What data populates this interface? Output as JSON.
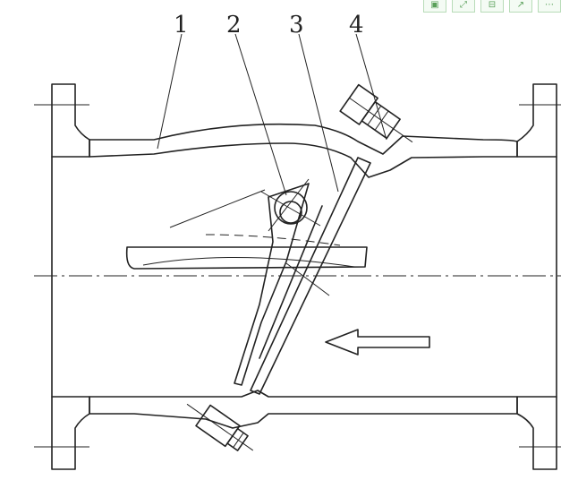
{
  "labels": {
    "l1": "1",
    "l2": "2",
    "l3": "3",
    "l4": "4"
  },
  "toolbar": {
    "icons": [
      "copy-icon",
      "expand-icon",
      "save-icon",
      "share-icon",
      "more-icon"
    ]
  },
  "colors": {
    "line": "#222222",
    "background": "#ffffff",
    "toolbar_accent": "#5aa05a"
  }
}
